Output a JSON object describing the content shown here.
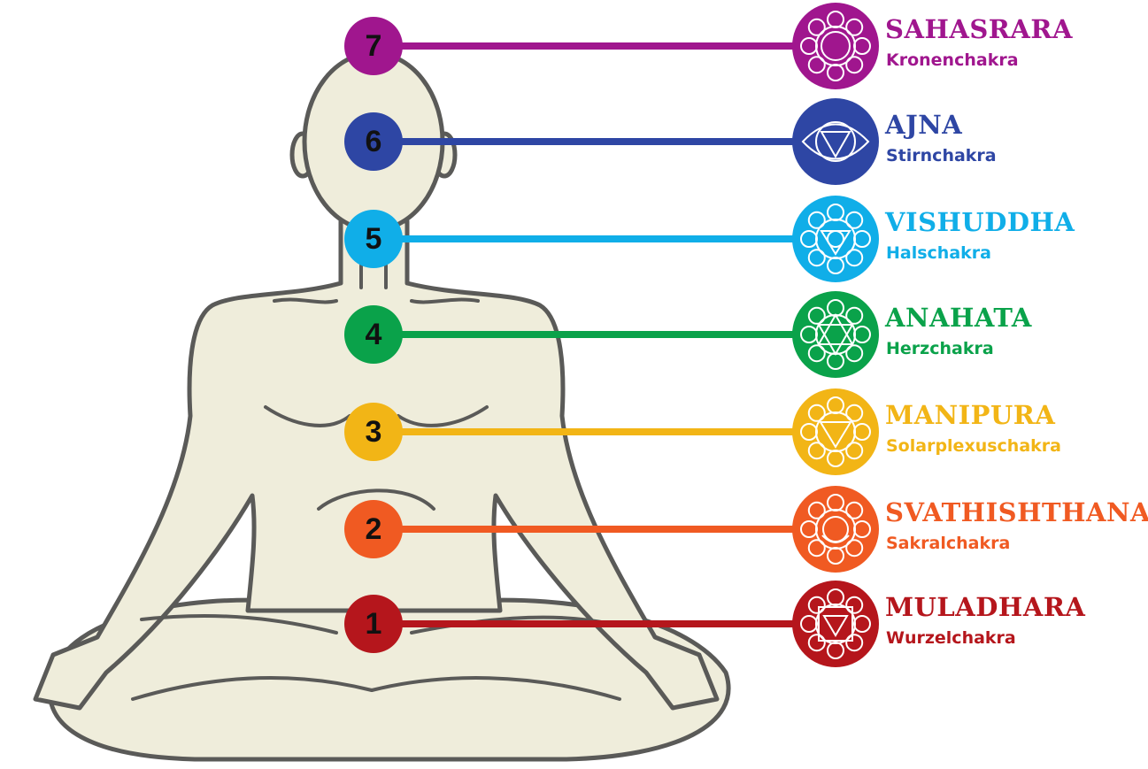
{
  "chakras": [
    {
      "number": "7",
      "name": "SAHASRARA",
      "subtitle": "Kronenchakra",
      "color": "#a0168e",
      "symbol": "lotus-crown-icon"
    },
    {
      "number": "6",
      "name": "AJNA",
      "subtitle": "Stirnchakra",
      "color": "#2e46a4",
      "symbol": "third-eye-icon"
    },
    {
      "number": "5",
      "name": "VISHUDDHA",
      "subtitle": "Halschakra",
      "color": "#10aee8",
      "symbol": "throat-lotus-icon"
    },
    {
      "number": "4",
      "name": "ANAHATA",
      "subtitle": "Herzchakra",
      "color": "#0aa24a",
      "symbol": "hexagram-lotus-icon"
    },
    {
      "number": "3",
      "name": "MANIPURA",
      "subtitle": "Solarplexuschakra",
      "color": "#f2b516",
      "symbol": "triangle-lotus-icon"
    },
    {
      "number": "2",
      "name": "SVATHISHTHANA",
      "subtitle": "Sakralchakra",
      "color": "#f05a22",
      "symbol": "crescent-lotus-icon"
    },
    {
      "number": "1",
      "name": "MULADHARA",
      "subtitle": "Wurzelchakra",
      "color": "#b5161c",
      "symbol": "square-lotus-icon"
    }
  ]
}
